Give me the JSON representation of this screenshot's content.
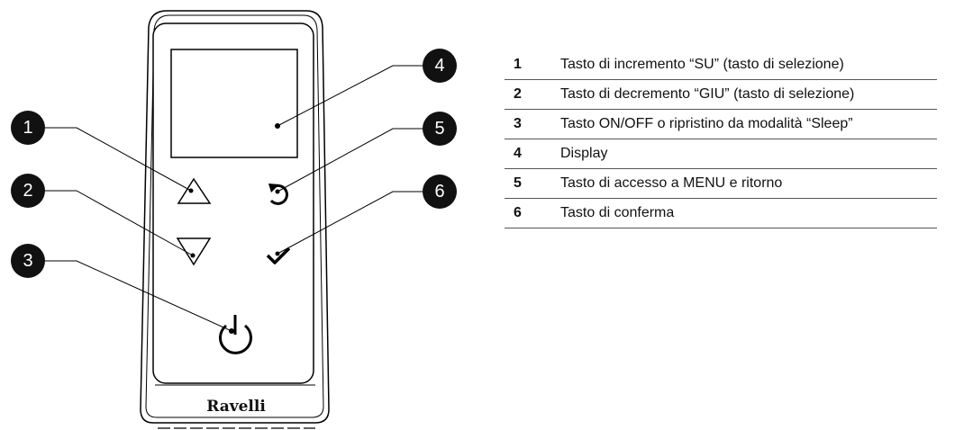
{
  "device": {
    "brand": "Ravelli"
  },
  "callouts": [
    "1",
    "2",
    "3",
    "4",
    "5",
    "6"
  ],
  "legend": [
    {
      "num": "1",
      "text": "Tasto di incremento “SU” (tasto di selezione)"
    },
    {
      "num": "2",
      "text": "Tasto di decremento “GIU” (tasto di selezione)"
    },
    {
      "num": "3",
      "text": "Tasto ON/OFF o ripristino da modalità “Sleep”"
    },
    {
      "num": "4",
      "text": "Display"
    },
    {
      "num": "5",
      "text": "Tasto di accesso a MENU e ritorno"
    },
    {
      "num": "6",
      "text": "Tasto di conferma"
    }
  ],
  "icons": {
    "up": "triangle-up-icon",
    "down": "triangle-down-icon",
    "power": "power-icon",
    "menu_return": "return-arrow-icon",
    "confirm": "checkmark-icon"
  }
}
